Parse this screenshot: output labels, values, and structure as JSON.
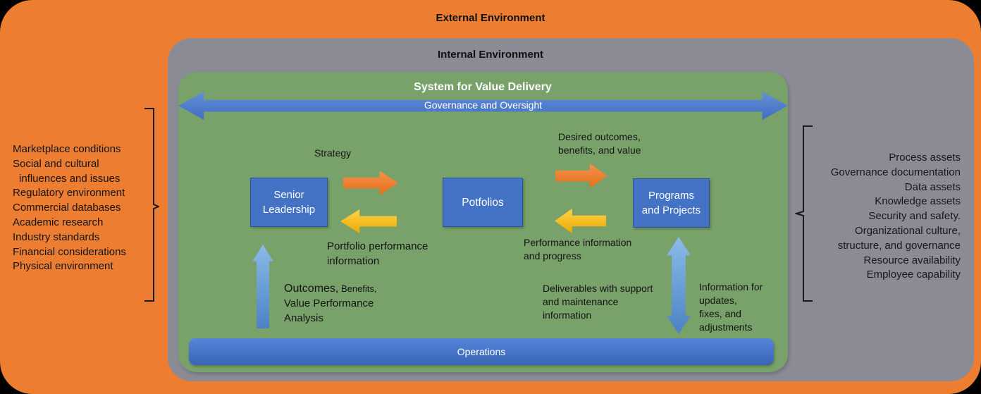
{
  "external_environment": {
    "title": "External Environment",
    "factors": [
      "Marketplace conditions",
      "Social and cultural",
      "influences and issues",
      "Regulatory environment",
      "Commercial databases",
      "Academic research",
      "Industry standards",
      "Financial considerations",
      "Physical environment"
    ]
  },
  "internal_environment": {
    "title": "Internal Environment",
    "assets": [
      "Process assets",
      "Governance documentation",
      "Data assets",
      "Knowledge assets",
      "Security and safety.",
      "Organizational culture,",
      "structure, and governance",
      "Resource availability",
      "Employee capability"
    ]
  },
  "system": {
    "title": "System for Value Delivery",
    "governance_label": "Governance and Oversight",
    "operations_label": "Operations"
  },
  "nodes": {
    "senior_leadership": {
      "lines": [
        "Senior",
        "Leadership"
      ]
    },
    "portfolios": {
      "label": "Potfolios"
    },
    "programs": {
      "lines": [
        "Programs",
        "and Projects"
      ]
    }
  },
  "flow_labels": {
    "strategy": "Strategy",
    "desired_outcomes": [
      "Desired outcomes,",
      "benefits, and value"
    ],
    "portfolio_performance": [
      "Portfolio performance",
      "information"
    ],
    "performance_info": [
      "Performance information",
      "and progress"
    ],
    "outcomes": {
      "big": "Outcomes,",
      "small": " Benefits,",
      "line2": "Value Performance",
      "line3": "Analysis"
    },
    "deliverables": [
      "Deliverables with support",
      "and maintenance",
      "information"
    ],
    "info_updates": [
      "Information for",
      "updates,",
      "fixes, and",
      "adjustments"
    ]
  },
  "colors": {
    "external_orange": "#ED7D31",
    "internal_gray": "#8B8B96",
    "system_green": "#78A269",
    "node_blue": "#4472C4",
    "arrow_orange": "#ED7D31",
    "arrow_yellow": "#FFC000",
    "arrow_light_blue": "#6FA8DC",
    "text_dark": "#141414",
    "text_white": "#FFFFFF"
  }
}
